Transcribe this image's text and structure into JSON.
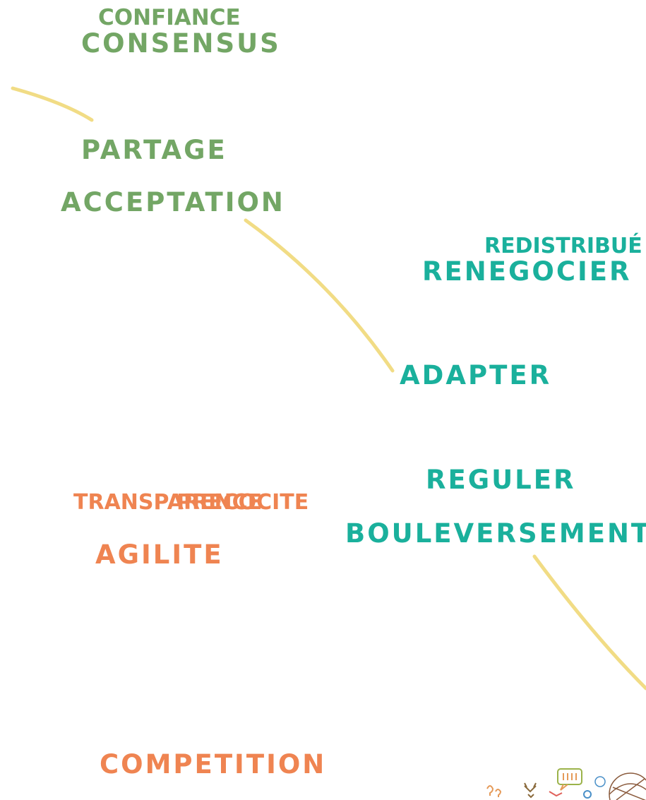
{
  "colors": {
    "green": "#73a665",
    "teal": "#1ab09c",
    "orange": "#ef8451",
    "connector": "#f1dc85"
  },
  "green_group": {
    "vertical": "CONFIANCE",
    "consensus": "CONSENSUS",
    "partage": "PARTAGE",
    "acceptation": "ACCEPTATION"
  },
  "teal_group": {
    "vertical": "REDISTRIBUÉ",
    "renegocier": "RENEGOCIER",
    "adapter": "ADAPTER",
    "reguler": "REGULER",
    "bouleversement": "BOULEVERSEMENT"
  },
  "orange_group": {
    "transparence": "TRANSPARENCE",
    "precocite": "PRECOCITE",
    "agilite": "AGILITE",
    "competition": "COMPETITION"
  },
  "icons": [
    "question-marks-icon",
    "handshake-icon",
    "speech-bubble-icon",
    "network-globe-icon"
  ]
}
